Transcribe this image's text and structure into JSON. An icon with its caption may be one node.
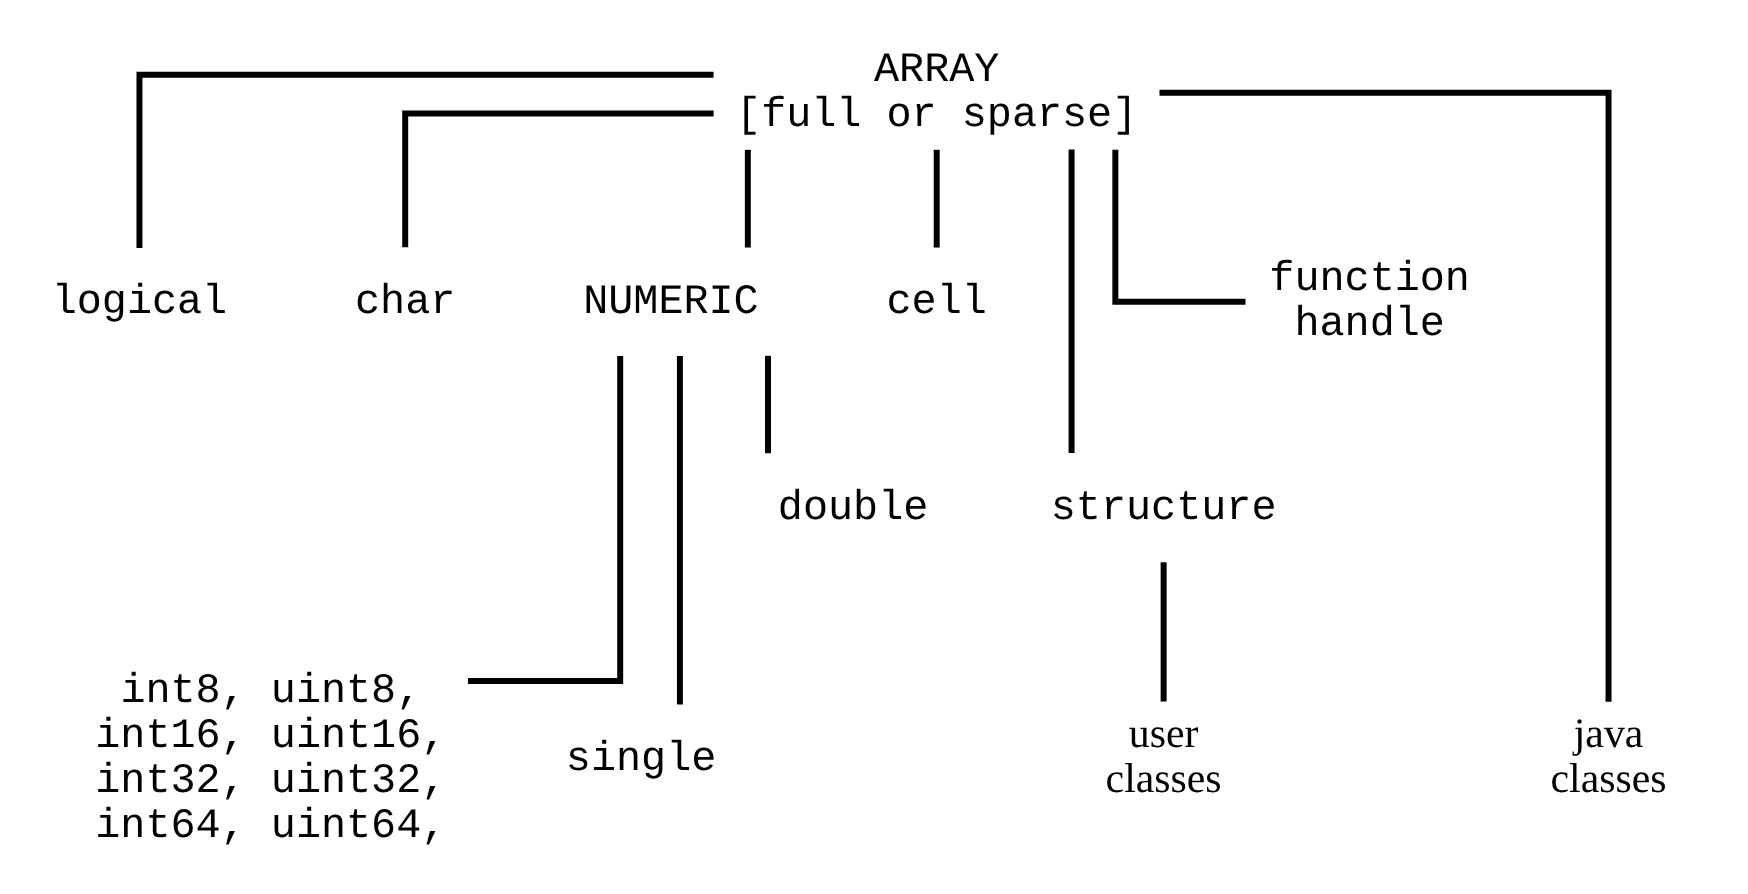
{
  "diagram": {
    "nodes": [
      {
        "text": [
          "ARRAY [full or sparse]"
        ]
      },
      {
        "text": [
          "logical"
        ]
      },
      {
        "text": [
          "char"
        ]
      },
      {
        "text": [
          "NUMERIC"
        ]
      },
      {
        "text": [
          "cell"
        ]
      },
      {
        "text": [
          "structure"
        ]
      },
      {
        "text": [
          "function handle"
        ]
      },
      {
        "text": [
          "user classes"
        ]
      },
      {
        "text": [
          "java classes"
        ]
      },
      {
        "text": [
          "int8, uint8, int16, uint16, int32, uint32, int64, uint64,"
        ]
      },
      {
        "text": [
          "single"
        ]
      },
      {
        "text": [
          "double"
        ]
      }
    ],
    "edges": [
      {
        "from": 0,
        "to": 1,
        "arrow": "none"
      },
      {
        "from": 0,
        "to": 2,
        "arrow": "none"
      },
      {
        "from": 0,
        "to": 3,
        "arrow": "none"
      },
      {
        "from": 0,
        "to": 4,
        "arrow": "none"
      },
      {
        "from": 0,
        "to": 5,
        "arrow": "none"
      },
      {
        "from": 0,
        "to": 8,
        "arrow": "none"
      },
      {
        "from": 0,
        "to": 6,
        "arrow": "none"
      },
      {
        "from": 5,
        "to": 7,
        "arrow": "none"
      },
      {
        "from": 3,
        "to": 9,
        "arrow": "none"
      },
      {
        "from": 3,
        "to": 10,
        "arrow": "none"
      },
      {
        "from": 3,
        "to": 11,
        "arrow": "none"
      }
    ]
  }
}
